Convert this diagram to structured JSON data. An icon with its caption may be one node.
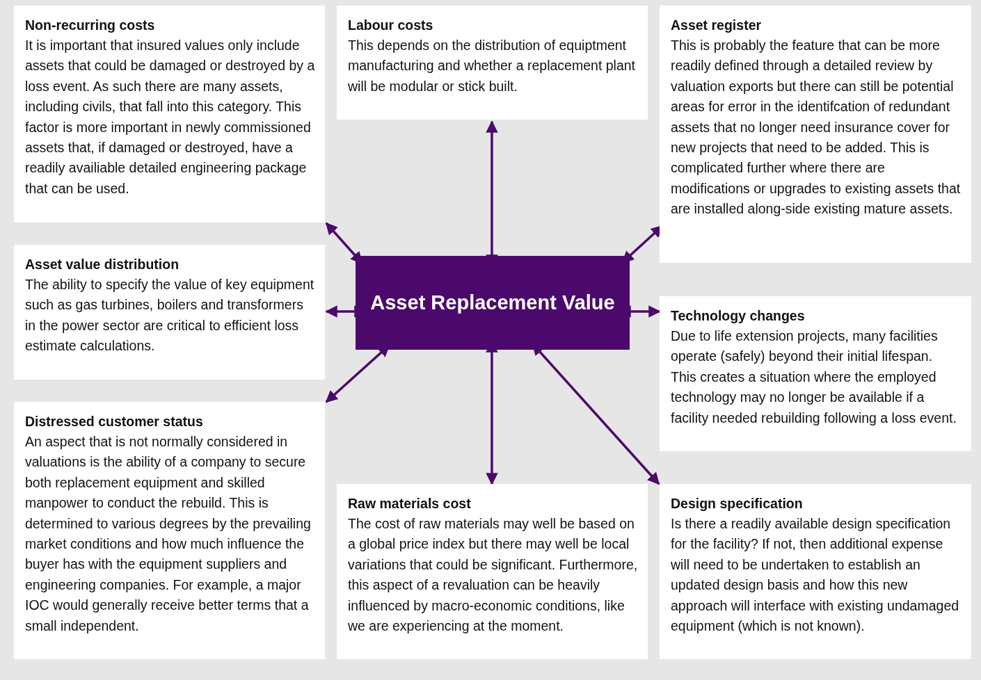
{
  "diagram": {
    "nodes": [
      {
        "text": [
          "Non-recurring costs",
          "It is important that insured values only include assets that could be damaged or destroyed by a loss event. As such there are many assets, including civils, that fall into this category. This factor is more important in newly commissioned assets that, if damaged or destroyed, have a readily availiable detailed engineering package that can be used."
        ]
      },
      {
        "text": [
          "Labour costs",
          "This depends on the distribution of equiptment manufacturing and whether a replacement plant will be modular or stick built."
        ]
      },
      {
        "text": [
          "Asset register",
          "This is probably the feature that can be more readily defined through a detailed review by valuation exports but there can still be potential areas for error in the identifcation of redundant assets that no longer need insurance cover for new projects that need to be added. This is complicated further where there are modifications or upgrades to existing assets that are installed along-side existing mature assets."
        ]
      },
      {
        "text": [
          "Asset value distribution",
          "The ability to specify the value of key equipment such as gas turbines, boilers and transformers in the power sector are critical to efficient loss estimate calculations."
        ]
      },
      {
        "text": [
          "Asset Replacement Value"
        ]
      },
      {
        "text": [
          "Technology changes",
          "Due to life extension projects, many facilities operate (safely) beyond their initial lifespan. This creates a situation where the employed technology may no longer be available if a facility needed rebuilding following a loss event."
        ]
      },
      {
        "text": [
          "Distressed customer status",
          "An aspect that is not normally considered in valuations is the ability of a company to secure both replacement equipment and skilled manpower to conduct the rebuild. This is determined to various degrees by the prevailing market conditions and how much influence the buyer has with the equipment suppliers and engineering companies. For example, a major IOC would generally receive better terms that a small independent."
        ]
      },
      {
        "text": [
          "Raw materials cost",
          "The cost of raw materials may well be based on a global price index but there may well be local variations that could be significant. Furthermore, this aspect of a revaluation can be heavily influenced by macro-economic conditions, like we are experiencing at the moment."
        ]
      },
      {
        "text": [
          "Design specification",
          "Is there a readily available design specification for the facility? If not, then additional expense will need to be undertaken to establish an updated design basis and how this new approach will interface with existing undamaged equipment (which is not known)."
        ]
      }
    ],
    "edges": [
      {
        "from": 4,
        "to": 0,
        "arrow": "both"
      },
      {
        "from": 4,
        "to": 1,
        "arrow": "both"
      },
      {
        "from": 4,
        "to": 2,
        "arrow": "both"
      },
      {
        "from": 4,
        "to": 3,
        "arrow": "both"
      },
      {
        "from": 4,
        "to": 5,
        "arrow": "both"
      },
      {
        "from": 4,
        "to": 6,
        "arrow": "both"
      },
      {
        "from": 4,
        "to": 7,
        "arrow": "both"
      },
      {
        "from": 4,
        "to": 8,
        "arrow": "both"
      }
    ]
  }
}
